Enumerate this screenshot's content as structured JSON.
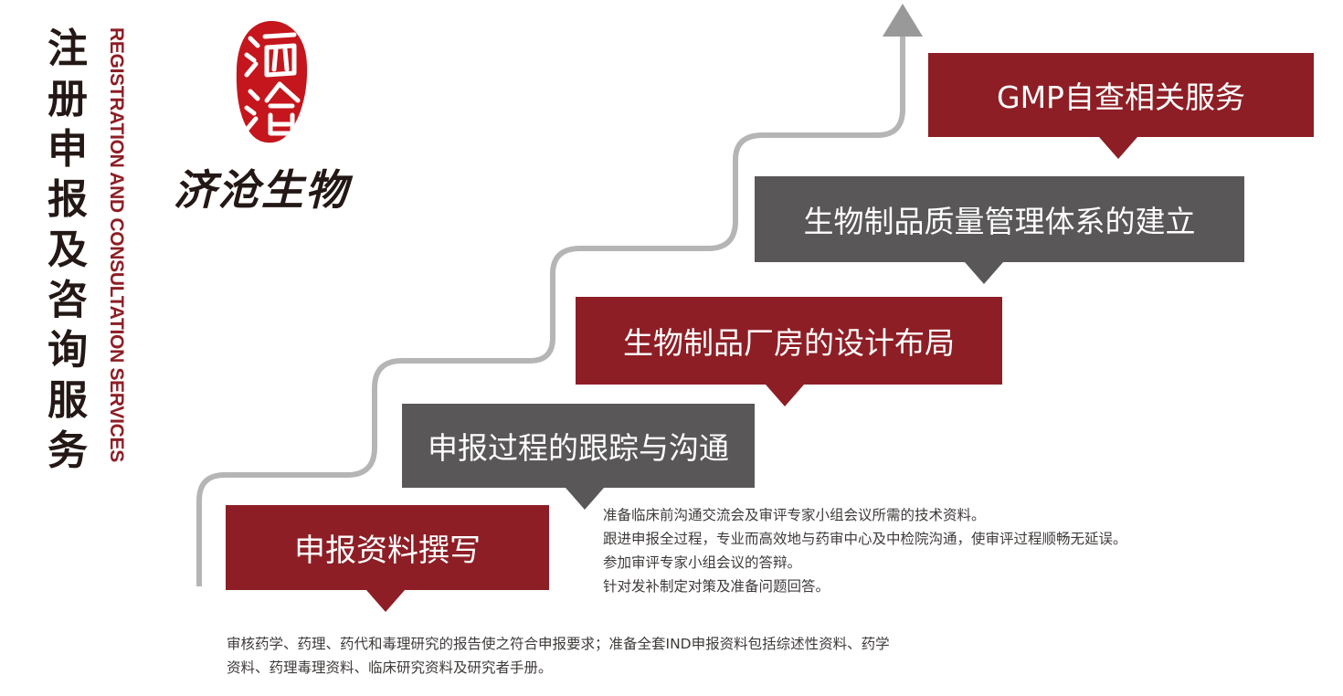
{
  "title_vertical": [
    "注",
    "册",
    "申",
    "报",
    "及",
    "咨",
    "询",
    "服",
    "务"
  ],
  "subtitle": "REGISTRATION AND CONSULTATION SERVICES",
  "brand": {
    "name": "济沧生物",
    "seal_color": "#c4161c",
    "text_color": "#231815"
  },
  "colors": {
    "red": "#8e1e25",
    "gray": "#595757",
    "stair_line": "#b5b5b6"
  },
  "steps": [
    {
      "label": "申报资料撰写",
      "color": "red"
    },
    {
      "label": "申报过程的跟踪与沟通",
      "color": "gray"
    },
    {
      "label": "生物制品厂房的设计布局",
      "color": "red"
    },
    {
      "label": "生物制品质量管理体系的建立",
      "color": "gray"
    },
    {
      "label": "GMP自查相关服务",
      "color": "red"
    }
  ],
  "details_tracking": [
    "准备临床前沟通交流会及审评专家小组会议所需的技术资料。",
    "跟进申报全过程，专业而高效地与药审中心及中检院沟通，使审评过程顺畅无延误。",
    "参加审评专家小组会议的答辩。",
    "针对发补制定对策及准备问题回答。"
  ],
  "details_writing": [
    "审核药学、药理、药代和毒理研究的报告使之符合申报要求；准备全套IND申报资料包括综述性资料、药学",
    "资料、药理毒理资料、临床研究资料及研究者手册。"
  ]
}
